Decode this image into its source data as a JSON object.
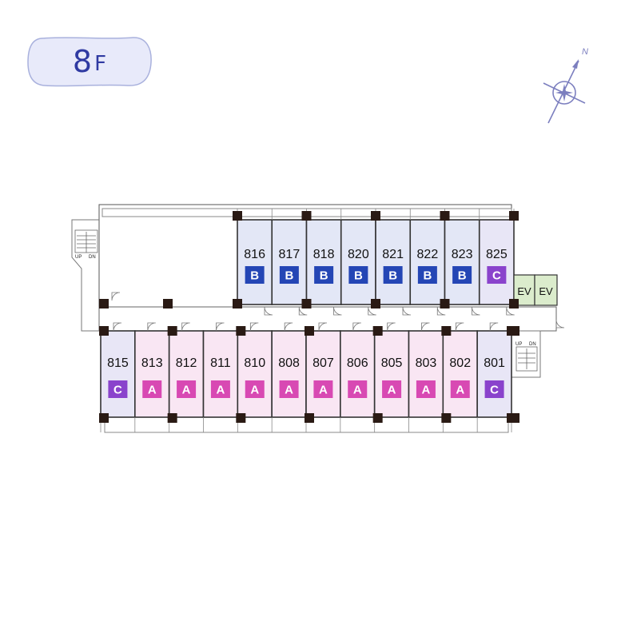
{
  "floor": {
    "number": "8",
    "suffix": "F"
  },
  "compass": {
    "north_label": "N"
  },
  "colors": {
    "type_a_fill": "#f9e6f3",
    "type_b_fill": "#e3e7f6",
    "type_c_fill": "#e8e6f6",
    "type_a_badge": "#d849b3",
    "type_b_badge": "#2446b5",
    "type_c_badge": "#8a43cc",
    "ev_fill": "#dbeccc",
    "badge_fill": "#e8eafa",
    "badge_border": "#a9b1dd"
  },
  "rooms_north": [
    {
      "number": "816",
      "type": "B"
    },
    {
      "number": "817",
      "type": "B"
    },
    {
      "number": "818",
      "type": "B"
    },
    {
      "number": "820",
      "type": "B"
    },
    {
      "number": "821",
      "type": "B"
    },
    {
      "number": "822",
      "type": "B"
    },
    {
      "number": "823",
      "type": "B"
    },
    {
      "number": "825",
      "type": "C"
    }
  ],
  "rooms_south": [
    {
      "number": "815",
      "type": "C"
    },
    {
      "number": "813",
      "type": "A"
    },
    {
      "number": "812",
      "type": "A"
    },
    {
      "number": "811",
      "type": "A"
    },
    {
      "number": "810",
      "type": "A"
    },
    {
      "number": "808",
      "type": "A"
    },
    {
      "number": "807",
      "type": "A"
    },
    {
      "number": "806",
      "type": "A"
    },
    {
      "number": "805",
      "type": "A"
    },
    {
      "number": "803",
      "type": "A"
    },
    {
      "number": "802",
      "type": "A"
    },
    {
      "number": "801",
      "type": "C"
    }
  ],
  "elevators": [
    "EV",
    "EV"
  ],
  "stairs": [
    {
      "up": "UP",
      "dn": "DN"
    },
    {
      "up": "UP",
      "dn": "DN"
    }
  ]
}
